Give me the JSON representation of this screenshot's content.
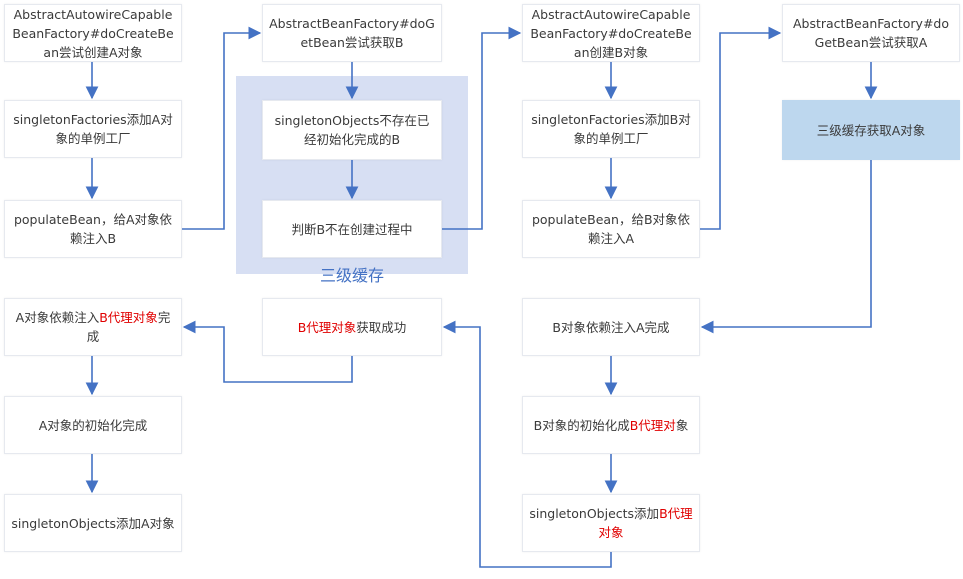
{
  "colors": {
    "edge": "#4472c4",
    "group_bg": "#d7dff3",
    "highlight": "#bdd7ee",
    "emphasis": "#e00000"
  },
  "group": {
    "label": "三级缓存"
  },
  "nodes": {
    "a_create": "AbstractAutowireCapableBeanFactory#doCreateBean尝试创建A对象",
    "a_add_factory": "singletonFactories添加A对象的单例工厂",
    "a_populate": "populateBean，给A对象依赖注入B",
    "b_getbean": "AbstractBeanFactory#doGetBean尝试获取B",
    "b_not_in_objects": "singletonObjects不存在已经初始化完成的B",
    "b_not_creating": "判断B不在创建过程中",
    "b_create": "AbstractAutowireCapableBeanFactory#doCreateBean创建B对象",
    "b_add_factory": "singletonFactories添加B对象的单例工厂",
    "b_populate": "populateBean，给B对象依赖注入A",
    "a_getbean": "AbstractBeanFactory#doGetBean尝试获取A",
    "a_from_cache": "三级缓存获取A对象",
    "b_inject_done": "B对象依赖注入A完成",
    "b_init_proxy": {
      "pre": "B对象的初始化成",
      "red": "B代理对",
      "post": "象"
    },
    "b_add_objects": {
      "pre": "singletonObjects添加",
      "red": "B代理对象",
      "post": ""
    },
    "proxy_success": {
      "pre": "",
      "red": "B代理对象",
      "post": "获取成功"
    },
    "a_inject_proxy": {
      "pre": "A对象依赖注入",
      "red": "B代理对象",
      "post": "完成"
    },
    "a_init_done": "A对象的初始化完成",
    "a_add_objects": "singletonObjects添加A对象"
  }
}
